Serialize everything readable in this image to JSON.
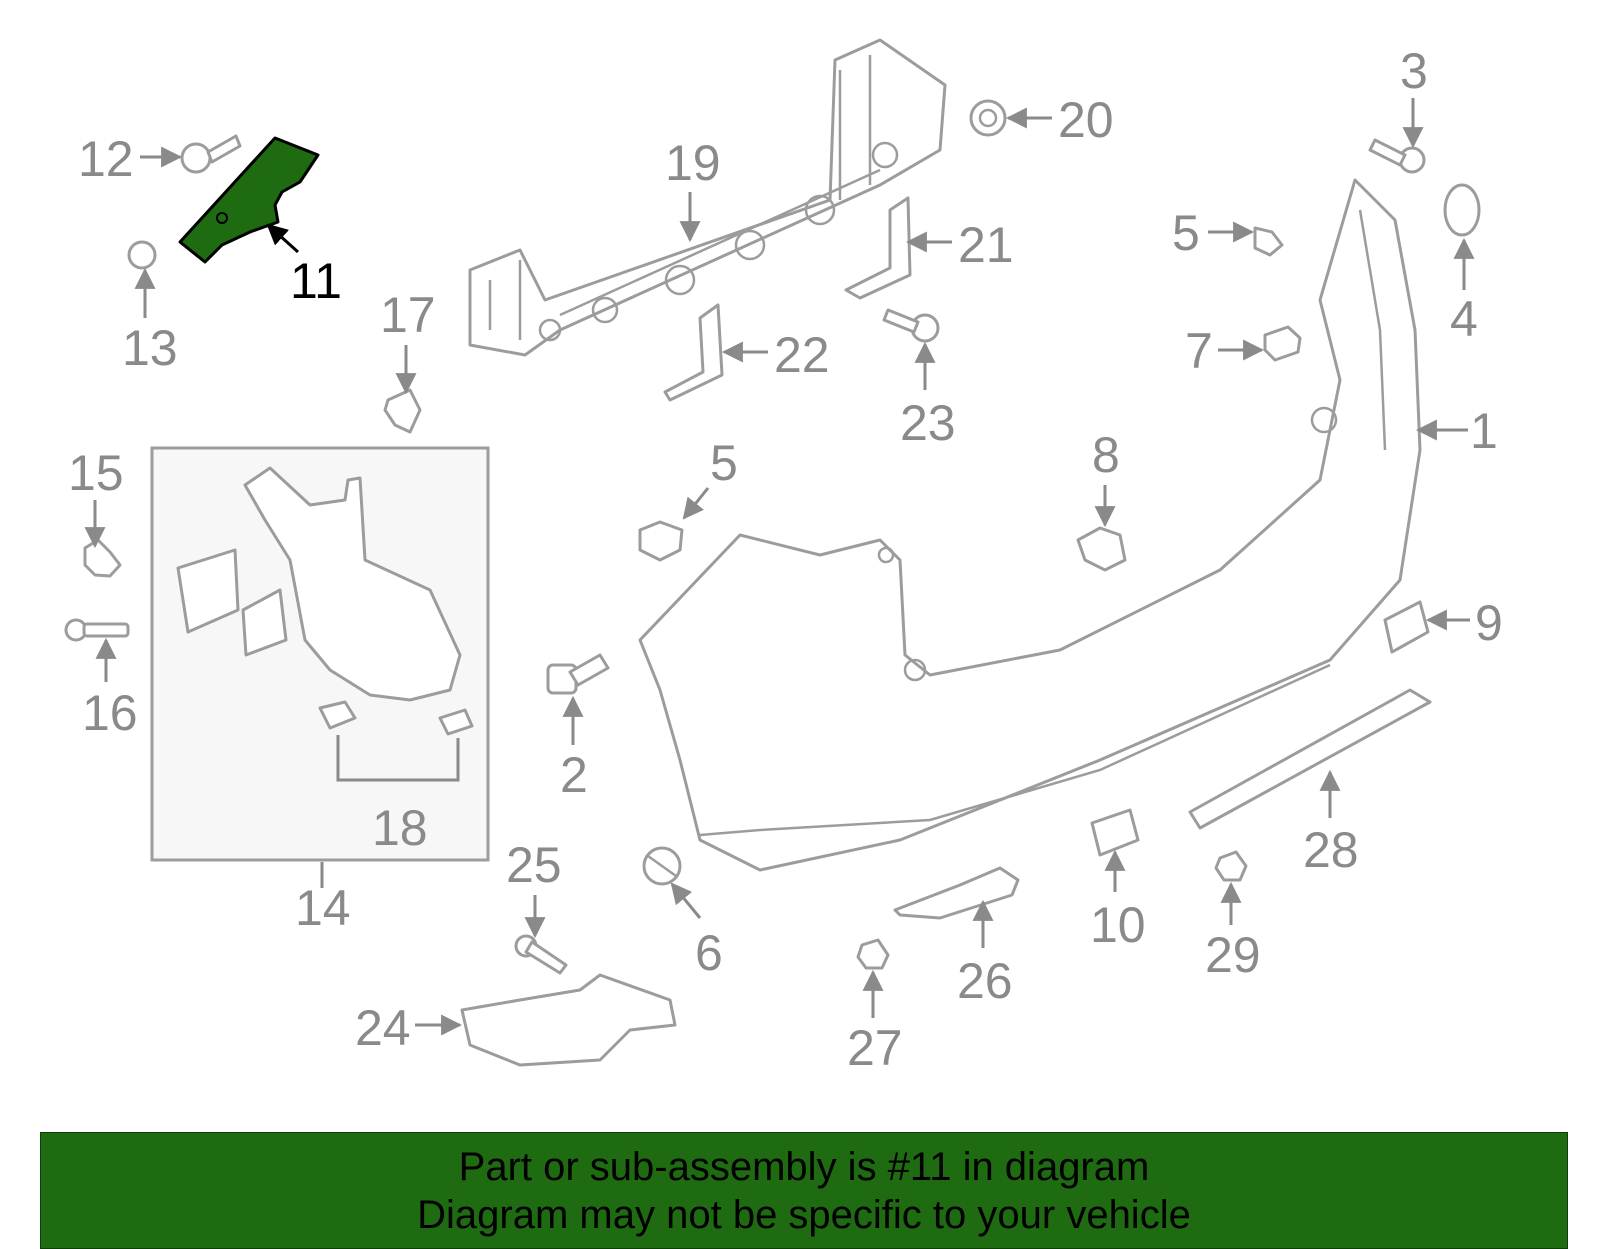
{
  "highlight": {
    "part_number": "11",
    "color": "#1e6b12"
  },
  "callouts": [
    "1",
    "2",
    "3",
    "4",
    "5",
    "5",
    "6",
    "7",
    "8",
    "9",
    "10",
    "11",
    "12",
    "13",
    "14",
    "15",
    "16",
    "17",
    "18",
    "19",
    "20",
    "21",
    "22",
    "23",
    "24",
    "25",
    "26",
    "27",
    "28",
    "29"
  ],
  "banner": {
    "line1": "Part or sub-assembly is #11 in diagram",
    "line2": "Diagram may not be specific to your vehicle",
    "background": "#1e6b12"
  }
}
